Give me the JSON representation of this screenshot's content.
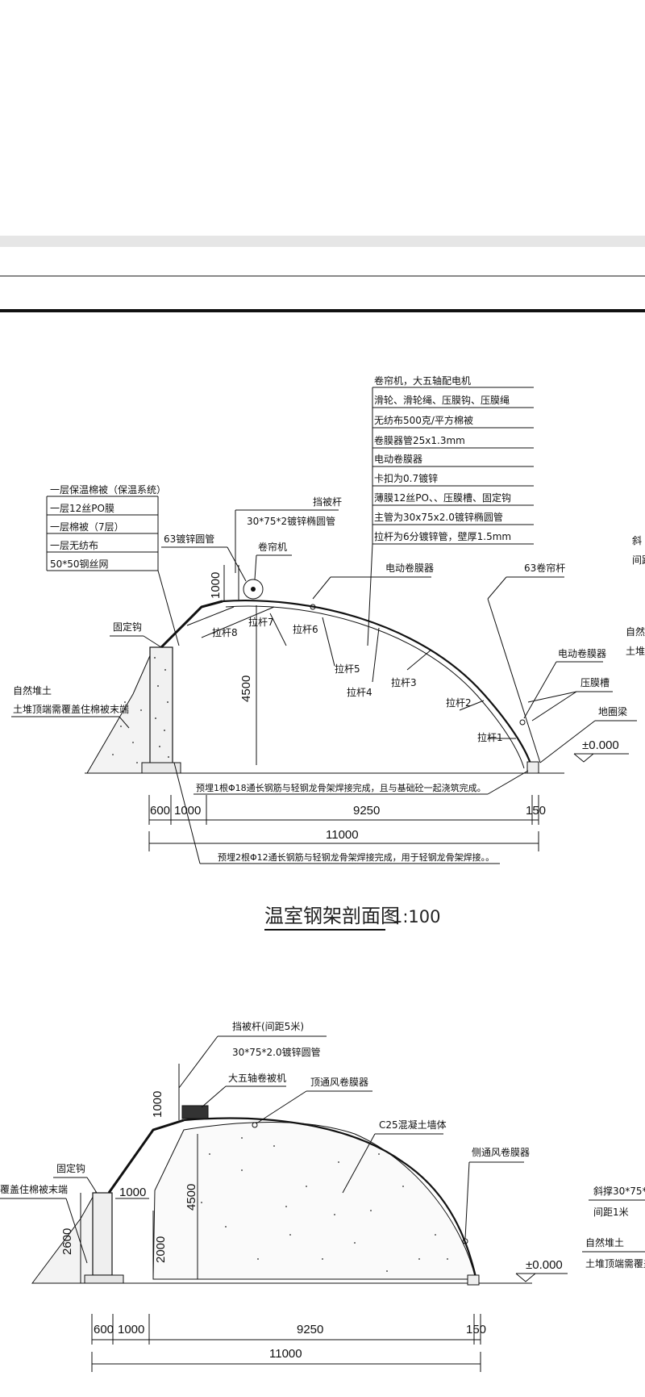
{
  "section1": {
    "spec_box_right": [
      "卷帘机，大五轴配电机",
      "滑轮、滑轮绳、压膜钩、压膜绳",
      "无纺布500克/平方棉被",
      "卷膜器管25x1.3mm",
      "电动卷膜器",
      "卡扣为0.7镀锌",
      "薄膜12丝PO、、压膜槽、固定钩",
      "主管为30x75x2.0镀锌椭圆管",
      "拉杆为6分镀锌管，壁厚1.5mm"
    ],
    "spec_box_left": [
      "一层保温棉被（保温系统）",
      "一层12丝PO膜",
      "一层棉被（7层）",
      "一层无纺布",
      "50*50钢丝网"
    ],
    "labels": {
      "dangbeigan": "挡被杆",
      "dangbeigan_spec": "30*75*2镀锌椭圆管",
      "pipe63": "63镀锌圆管",
      "juanlianji": "卷帘机",
      "diandong1": "电动卷膜器",
      "juanliangan63": "63卷帘杆",
      "diandong2": "电动卷膜器",
      "yamocao": "压膜槽",
      "diquanliang": "地圈梁",
      "gudinggou": "固定钩",
      "ziran": "自然堆土",
      "tudui": "土堆顶端需覆盖住棉被末端",
      "level": "±0.000",
      "h1000": "1000",
      "h4500": "4500",
      "note1": "预埋1根Φ18通长钢筋与轻钢龙骨架焊接完成，且与基础砼一起浇筑完成。",
      "note2": "预埋2根Φ12通长钢筋与轻钢龙骨架焊接完成，用于轻钢龙骨架焊接。。",
      "edge1": "斜",
      "edge2": "间距",
      "edge3": "自然",
      "edge4": "土堆"
    },
    "tie_rods": [
      "拉杆1",
      "拉杆2",
      "拉杆3",
      "拉杆4",
      "拉杆5",
      "拉杆6",
      "拉杆7",
      "拉杆8"
    ],
    "dims": {
      "d600": "600",
      "d1000": "1000",
      "d9250": "9250",
      "d150": "150",
      "d11000": "11000"
    },
    "title": "温室钢架剖面图",
    "scale": "1:100"
  },
  "section2": {
    "labels": {
      "dangbeigan": "挡被杆(间距5米)",
      "dangbeigan_spec": "30*75*2.0镀锌圆管",
      "dawuzhou": "大五轴卷被机",
      "dingtongfeng": "顶通风卷膜器",
      "c25": "C25混凝土墙体",
      "cetongfeng": "侧通风卷膜器",
      "gudinggou": "固定钩",
      "fugai": "覆盖住棉被末端",
      "xiecheng": "斜撑30*75*",
      "jianju": "间距1米",
      "ziran": "自然堆土",
      "tudui": "土堆顶端需覆盖",
      "level": "±0.000",
      "h1000": "1000",
      "h1000b": "1000",
      "h4500": "4500",
      "h2600": "2600",
      "h2000": "2000"
    },
    "dims": {
      "d600": "600",
      "d1000": "1000",
      "d9250": "9250",
      "d150": "150",
      "d11000": "11000"
    }
  }
}
